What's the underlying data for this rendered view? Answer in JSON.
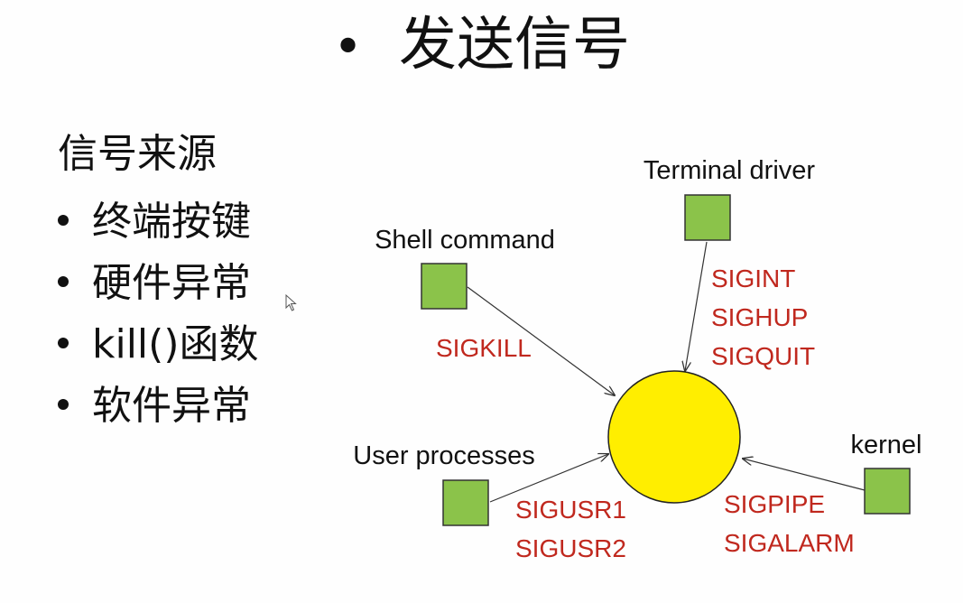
{
  "title": "发送信号",
  "sources": {
    "heading": "信号来源",
    "items": [
      {
        "label": "终端按键"
      },
      {
        "label": "硬件异常"
      },
      {
        "label": "kill()函数"
      },
      {
        "label": "软件异常"
      }
    ]
  },
  "diagram": {
    "nodes": {
      "terminal_driver": {
        "label": "Terminal driver"
      },
      "shell_command": {
        "label": "Shell command"
      },
      "user_processes": {
        "label": "User processes"
      },
      "kernel": {
        "label": "kernel"
      }
    },
    "signals": {
      "terminal_driver": [
        "SIGINT",
        "SIGHUP",
        "SIGQUIT"
      ],
      "shell_command": [
        "SIGKILL"
      ],
      "user_processes": [
        "SIGUSR1",
        "SIGUSR2"
      ],
      "kernel": [
        "SIGPIPE",
        "SIGALARM"
      ]
    }
  },
  "colors": {
    "source_box": "#8bc34a",
    "source_box_border": "#333333",
    "target_circle": "#ffee00",
    "signal_text": "#c0281e",
    "arrow": "#333333"
  }
}
